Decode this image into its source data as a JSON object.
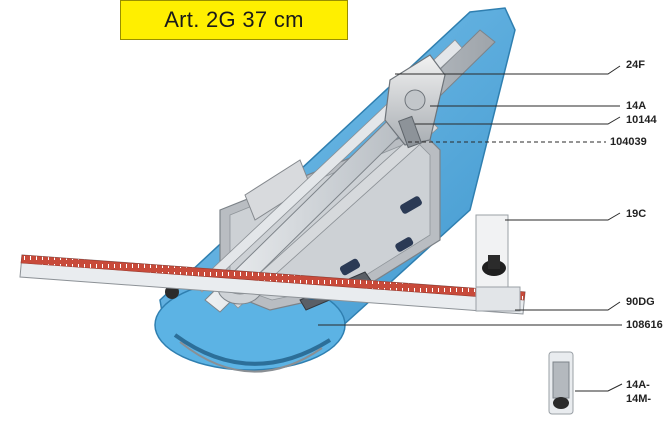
{
  "title": "Art. 2G 37 cm",
  "parts": [
    {
      "code": "24F"
    },
    {
      "code": "14A"
    },
    {
      "code": "10144"
    },
    {
      "code": "104039"
    },
    {
      "code": "19C"
    },
    {
      "code": "90DG"
    },
    {
      "code": "108616"
    },
    {
      "code": "14A-"
    },
    {
      "code": "14M-"
    }
  ],
  "colors": {
    "title_bg": "#ffef00",
    "body_blue": "#4fa8dc",
    "rail_silver": "#d4d8dc",
    "ruler_red": "#c84a3a"
  }
}
